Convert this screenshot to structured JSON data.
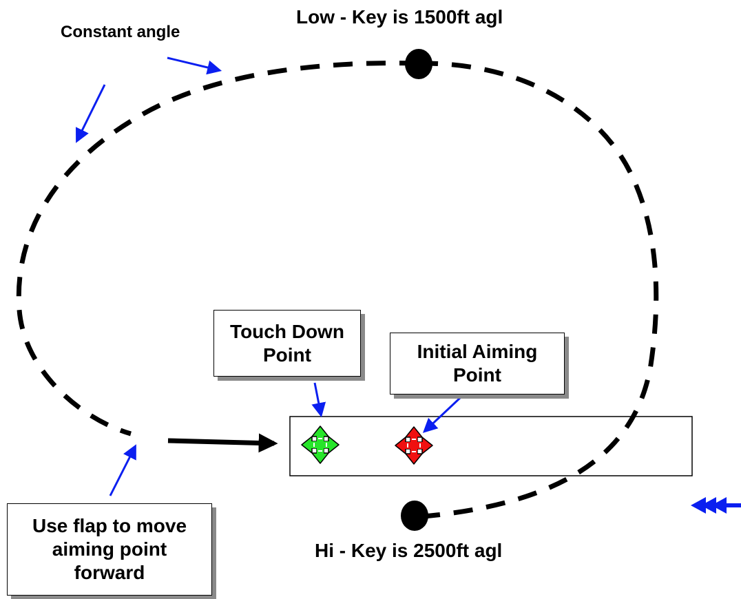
{
  "labels": {
    "low_key": "Low - Key is 1500ft agl",
    "hi_key": "Hi - Key is 2500ft agl",
    "constant_angle": "Constant angle"
  },
  "callouts": {
    "touch_down": [
      "Touch Down",
      "Point"
    ],
    "initial_aiming": [
      "Initial Aiming",
      "Point"
    ],
    "use_flap": [
      "Use flap to move",
      "aiming point",
      "forward"
    ]
  },
  "colors": {
    "pattern": "#000000",
    "pointer_arrow": "#0b1ff0",
    "touch_down_marker": "#27e52a",
    "aiming_marker": "#f01010",
    "box_shadow": "#8a8a8a"
  },
  "icons": {
    "touch_down_marker": "move-arrows-icon",
    "aiming_marker": "move-arrows-icon",
    "wind": "triple-chevron-left-icon"
  }
}
